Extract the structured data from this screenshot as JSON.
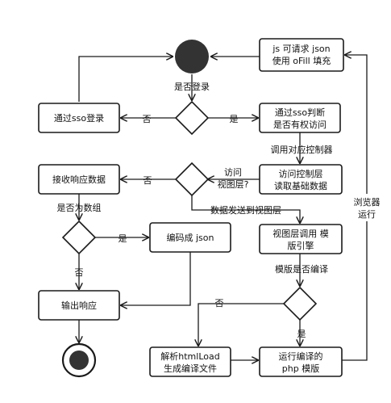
{
  "nodes": {
    "js_json": [
      "js 可请求 json",
      "使用 oFill 填充"
    ],
    "sso_login": "通过sso登录",
    "sso_check": [
      "通过sso判断",
      "是否有权访问"
    ],
    "receive_data": "接收响应数据",
    "access_ctrl": [
      "访问控制层",
      "读取基础数据"
    ],
    "encode_json": "编码成 json",
    "view_engine": [
      "视图层调用 模",
      "版引擎"
    ],
    "output": "输出响应",
    "parse_html": [
      "解析htmlLoad",
      "生成编译文件"
    ],
    "run_php": [
      "运行编译的",
      "php 模版"
    ]
  },
  "labels": {
    "is_login": "是否登录",
    "no_1": "否",
    "yes_1": "是",
    "call_controller": "调用对应控制器",
    "no_2": "否",
    "view_question": [
      "访问",
      "视图层?"
    ],
    "data_to_view": "数据发送到视图层",
    "is_array": "是否为数组",
    "yes_3": "是",
    "no_3": "否",
    "template_compiled": "模版是否编译",
    "no_4": "否",
    "yes_4": "是",
    "browser_run": [
      "浏览器",
      "运行"
    ]
  }
}
